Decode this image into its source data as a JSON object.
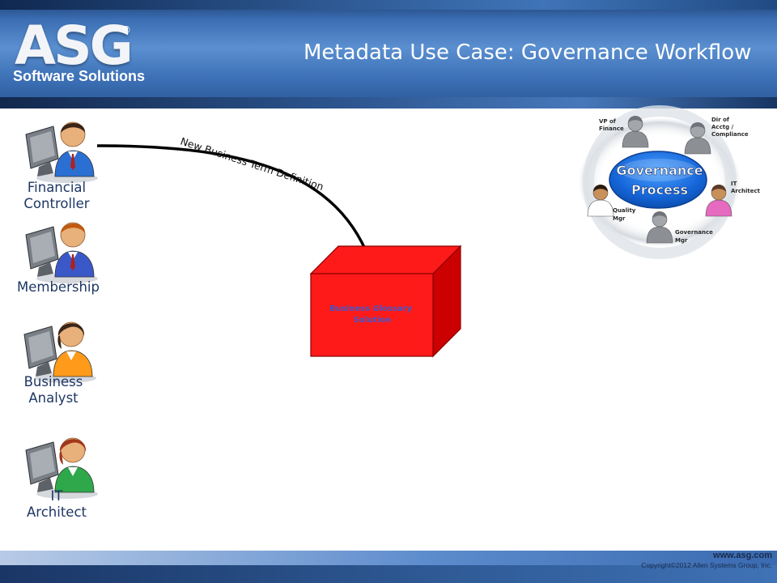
{
  "header": {
    "logo_main": "ASG",
    "logo_registered": "®",
    "logo_sub": "Software Solutions",
    "title": "Metadata Use Case: Governance Workflow"
  },
  "actors": [
    {
      "label": "Financial\nController",
      "shirt": "#2a6fd1"
    },
    {
      "label": "Membership",
      "shirt": "#3a58c8"
    },
    {
      "label": "Business\nAnalyst",
      "shirt": "#ff9a1a"
    },
    {
      "label": "IT\nArchitect",
      "shirt": "#2ea84a"
    }
  ],
  "arrow": {
    "label": "New Business Term Definition"
  },
  "box": {
    "label": "Business Glossary Solution",
    "color": "#ff1a1a"
  },
  "governance": {
    "title_line1": "Governance",
    "title_line2": "Process",
    "roles": [
      {
        "line1": "VP of",
        "line2": "Finance",
        "line3": ""
      },
      {
        "line1": "Dir of",
        "line2": "Acctg /",
        "line3": "Compliance"
      },
      {
        "line1": "IT",
        "line2": "Architect",
        "line3": ""
      },
      {
        "line1": "Governance",
        "line2": "Mgr",
        "line3": ""
      },
      {
        "line1": "Quality",
        "line2": "Mgr",
        "line3": ""
      }
    ]
  },
  "footer": {
    "url": "www.asg.com",
    "copyright": "Copyright©2012 Allen Systems Group, Inc."
  }
}
